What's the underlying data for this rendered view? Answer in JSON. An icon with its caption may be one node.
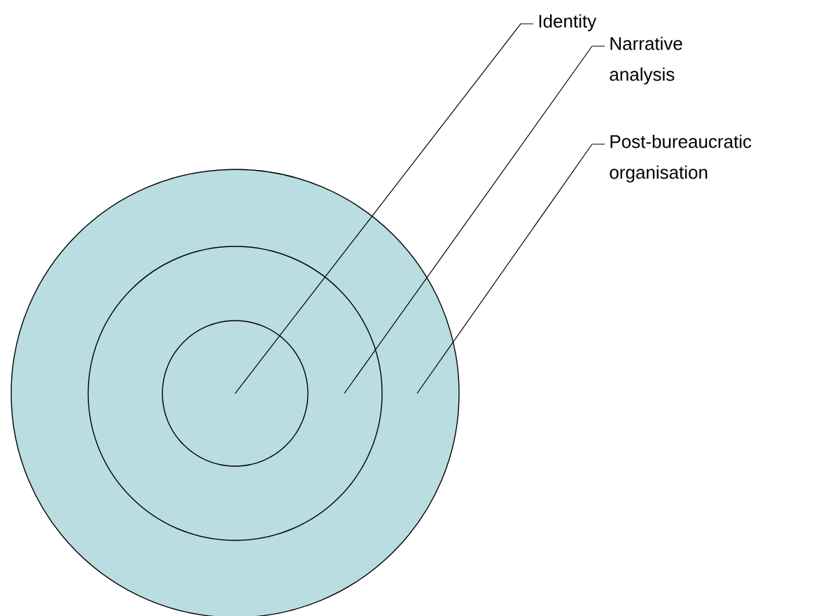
{
  "diagram": {
    "nodes": [
      {
        "text": [],
        "shape": "circle"
      },
      {
        "text": [],
        "shape": "circle",
        "in": 0
      },
      {
        "text": [],
        "shape": "circle",
        "in": 1
      },
      {
        "text": [
          "Identity"
        ]
      },
      {
        "text": [
          "Narrative analysis"
        ]
      },
      {
        "text": [
          "Post-bureaucratic organisation"
        ]
      }
    ],
    "edges": [
      {
        "from": 3,
        "to": 2,
        "arrow": "none"
      },
      {
        "from": 4,
        "to": 1,
        "arrow": "none"
      },
      {
        "from": 5,
        "to": 0,
        "arrow": "none"
      }
    ]
  }
}
